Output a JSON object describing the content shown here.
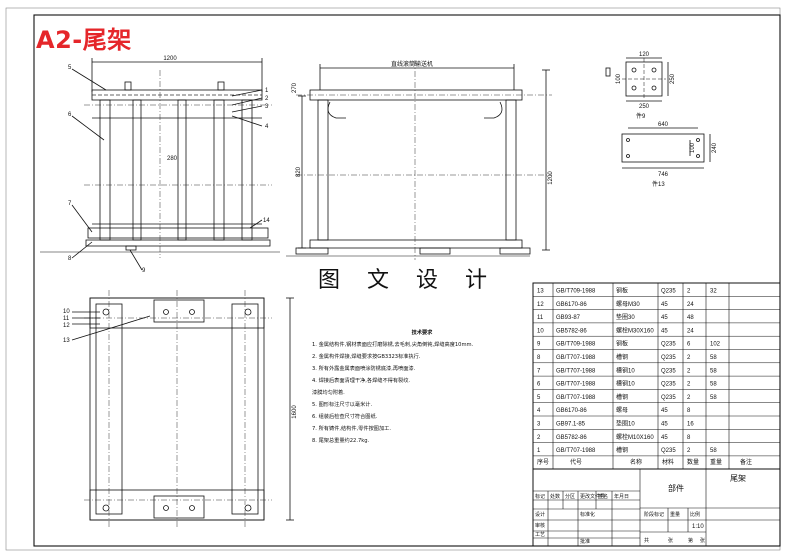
{
  "title": "A2-尾架",
  "watermark": "图 文 设 计",
  "colors": {
    "title": "#e5262a",
    "line": "#111111",
    "center_line": "#333333"
  },
  "front_view": {
    "callouts": [
      "5",
      "6",
      "7",
      "8",
      "9",
      "1",
      "2",
      "3",
      "4",
      "14"
    ],
    "dims": {
      "width": "1200",
      "mid": "280"
    }
  },
  "side_view": {
    "label": "直线滚筒输送机",
    "dims": {
      "height": "1200",
      "left": "820",
      "top": "270"
    }
  },
  "detail_9": {
    "label": "件9",
    "dims": [
      "120",
      "250",
      "100",
      "250"
    ]
  },
  "detail_13": {
    "label": "件13",
    "dims": [
      "640",
      "100",
      "240",
      "746"
    ]
  },
  "top_view": {
    "callouts": [
      "10",
      "11",
      "12",
      "13"
    ],
    "dim": "1600"
  },
  "notes": {
    "title": "技术要求",
    "items": [
      "1. 金属结构件,钢材表面应打磨除锈,去毛刺,尖角倒钝,焊缝高度10mm.",
      "2. 金属构件焊接,焊缝要求按GB3323标准执行.",
      "3. 所有外露金属表面喷涂防锈底漆,再喷面漆.",
      "4. 焊接后表面清理干净,各焊缝不得有裂纹.",
      "   漆膜均匀附着.",
      "5. 图形标注尺寸以毫米计.",
      "6. 组装后检查尺寸符合图纸.",
      "7. 所有铸件,结构件,零件按图加工.",
      "8. 尾架总重量约22.7kg."
    ]
  },
  "parts_table": {
    "headers": [
      "序号",
      "代号",
      "名称",
      "材料",
      "数量",
      "重量",
      "备注"
    ],
    "rows": [
      [
        "13",
        "GB/T709-1988",
        "钢板",
        "Q235",
        "2",
        "32",
        ""
      ],
      [
        "12",
        "GB6170-86",
        "螺母M30",
        "45",
        "24",
        "",
        ""
      ],
      [
        "11",
        "GB93-87",
        "垫圈30",
        "45",
        "48",
        "",
        ""
      ],
      [
        "10",
        "GB5782-86",
        "螺栓M30X160",
        "45",
        "24",
        "",
        ""
      ],
      [
        "9",
        "GB/T709-1988",
        "钢板",
        "Q235",
        "6",
        "102",
        ""
      ],
      [
        "8",
        "GB/T707-1988",
        "槽钢",
        "Q235",
        "2",
        "58",
        ""
      ],
      [
        "7",
        "GB/T707-1988",
        "槽钢10",
        "Q235",
        "2",
        "58",
        ""
      ],
      [
        "6",
        "GB/T707-1988",
        "槽钢10",
        "Q235",
        "2",
        "58",
        ""
      ],
      [
        "5",
        "GB/T707-1988",
        "槽钢",
        "Q235",
        "2",
        "58",
        ""
      ],
      [
        "4",
        "GB6170-86",
        "螺母",
        "45",
        "8",
        "",
        ""
      ],
      [
        "3",
        "GB97.1-85",
        "垫圈10",
        "45",
        "16",
        "",
        ""
      ],
      [
        "2",
        "GB5782-86",
        "螺栓M10X160",
        "45",
        "8",
        "",
        ""
      ],
      [
        "1",
        "GB/T707-1988",
        "槽钢",
        "Q235",
        "2",
        "58",
        ""
      ]
    ]
  },
  "title_block": {
    "part_name": "尾架",
    "assembly": "部件",
    "fields": [
      "标记",
      "处数",
      "分区",
      "更改文件号",
      "签名",
      "年月日",
      "设计",
      "标准化",
      "审核",
      "工艺",
      "批准",
      "阶段标记",
      "重量",
      "比例",
      "共",
      "张",
      "第",
      "张"
    ],
    "scale": "1:10"
  }
}
